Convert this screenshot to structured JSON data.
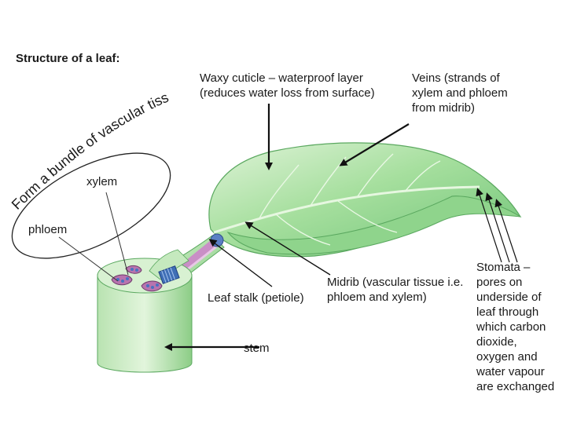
{
  "title": "Structure of a leaf:",
  "labels": {
    "cuticle": [
      "Waxy cuticle – waterproof layer",
      "(reduces water loss from surface)"
    ],
    "veins": [
      "Veins (strands of",
      "xylem and phloem",
      "from midrib)"
    ],
    "xylem": "xylem",
    "phloem": "phloem",
    "petiole": "Leaf stalk (petiole)",
    "stem": "stem",
    "midrib": [
      "Midrib (vascular tissue i.e.",
      "phloem and xylem)"
    ],
    "stomata": [
      "Stomata –",
      "pores on",
      "underside of",
      "leaf through",
      "which carbon",
      "dioxide,",
      "oxygen and",
      "water vapour",
      "are exchanged"
    ],
    "arc_text": "Form a bundle of vascular tissue"
  },
  "colors": {
    "leaf": "#7fcf84",
    "leaf_light": "#c9ecc4",
    "stem": "#a8dca0",
    "vessel_pink": "#d493c7",
    "vessel_blue": "#3f6fb5"
  }
}
